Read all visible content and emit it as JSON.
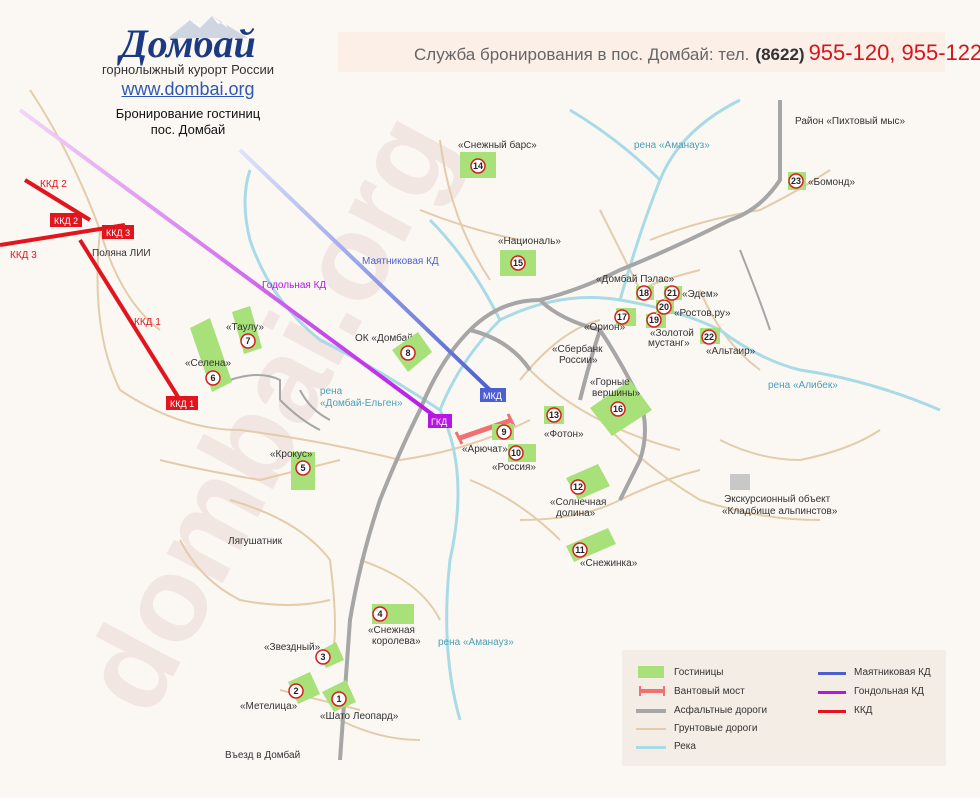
{
  "header": {
    "logo_word": "Домбай",
    "logo_subtitle": "горнолыжный курорт России",
    "website": "www.dombai.org",
    "caption_line1": "Бронирование гостиниц",
    "caption_line2": "пос. Домбай",
    "booking_text": "Служба бронирования в пос. Домбай: тел.",
    "booking_code": "(8622)",
    "booking_phones": "955-120,  955-122"
  },
  "watermark": "dombai.org",
  "lifts": {
    "kkd1": "ККД 1",
    "kkd2a": "ККД 2",
    "kkd2b": "ККД 2",
    "kkd3a": "ККД 3",
    "kkd3b": "ККД 3",
    "polyana": "Поляна ЛИИ",
    "godolnaya": "Годольная КД",
    "mayatnikovaya": "Маятниковая КД",
    "gkd": "ГКД",
    "mkd": "МКД"
  },
  "places": {
    "pikhtovy": "Район «Пихтовый мыс»",
    "river_amanauz_top": "рена «Аманауз»",
    "river_alibek": "рена «Алибек»",
    "river_dombai_elgen_1": "рена",
    "river_dombai_elgen_2": "«Домбай-Ельген»",
    "river_amanauz_bottom": "рена «Аманауз»",
    "lyagushatnik": "Лягушатник",
    "entry": "Въезд в Домбай",
    "ok_dombai": "ОК «Домбай»",
    "sberbank_1": "«Сбербанк",
    "sberbank_2": "России»",
    "excursion_1": "Экскурсионный объект",
    "excursion_2": "«Кладбище альпинстов»"
  },
  "hotels": [
    {
      "num": "1",
      "name": "«Шато Леопард»"
    },
    {
      "num": "2",
      "name": "«Метелица»"
    },
    {
      "num": "3",
      "name": "«Звездный»"
    },
    {
      "num": "4",
      "name": "«Снежная",
      "name2": "королева»"
    },
    {
      "num": "5",
      "name": "«Крокус»"
    },
    {
      "num": "6",
      "name": "«Селена»"
    },
    {
      "num": "7",
      "name": "«Таулу»"
    },
    {
      "num": "8",
      "name": ""
    },
    {
      "num": "9",
      "name": "«Арючат»"
    },
    {
      "num": "10",
      "name": "«Россия»"
    },
    {
      "num": "11",
      "name": "«Снежинка»"
    },
    {
      "num": "12",
      "name": "«Солнечная",
      "name2": "долина»"
    },
    {
      "num": "13",
      "name": "«Фотон»"
    },
    {
      "num": "14",
      "name": "«Снежный барс»"
    },
    {
      "num": "15",
      "name": "«Националь»"
    },
    {
      "num": "16",
      "name": "«Горные",
      "name2": "вершины»"
    },
    {
      "num": "17",
      "name": "«Орион»"
    },
    {
      "num": "18",
      "name": "«Домбай Пэлас»"
    },
    {
      "num": "19",
      "name": "«Золотой",
      "name2": "мустанг»"
    },
    {
      "num": "20",
      "name": "«Ростов.ру»"
    },
    {
      "num": "21",
      "name": "«Эдем»"
    },
    {
      "num": "22",
      "name": "«Альтаир»"
    },
    {
      "num": "23",
      "name": "«Бомонд»"
    }
  ],
  "legend": {
    "hotels": "Гостиницы",
    "bridge": "Вантовый мост",
    "asphalt": "Асфальтные дороги",
    "dirt": "Грунтовые дороги",
    "river": "Река",
    "pendulum": "Маятниковая КД",
    "gondola": "Гондольная КД",
    "kkd": "ККД"
  },
  "colors": {
    "hotel_fill": "#a8e07a",
    "asphalt": "#a6a6a6",
    "dirt": "#e4ccab",
    "river": "#a8dbe6",
    "pendulum": "#4d5fd0",
    "gondola": "#b615e6",
    "kkd": "#e2141d",
    "bridge": "#f27072",
    "phone_red": "#d8141b",
    "logo_blue": "#1b3a82"
  }
}
